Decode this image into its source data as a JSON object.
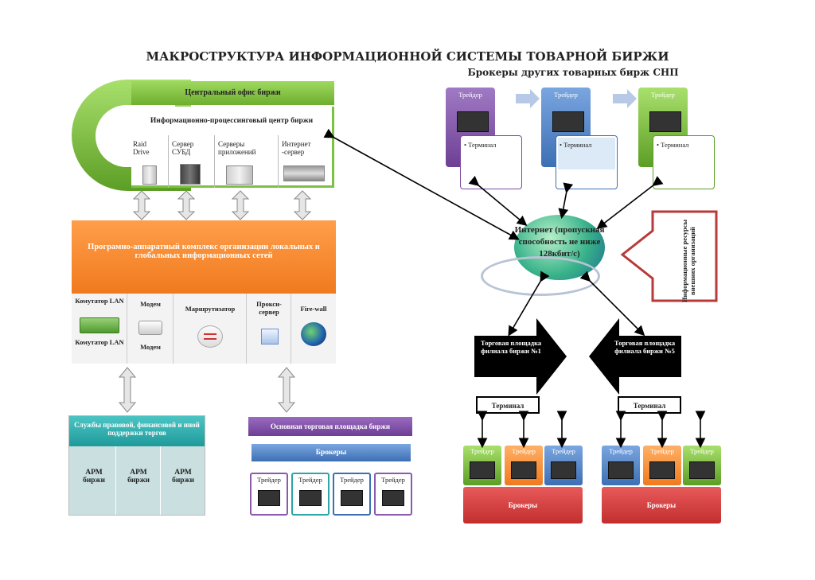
{
  "title": "МАКРОСТРУКТУРА ИНФОРМАЦИОННОЙ СИСТЕМЫ ТОВАРНОЙ БИРЖИ",
  "subtitle": "Брокеры других товарных бирж СНП",
  "central_office": {
    "header": "Центральный офис биржи",
    "subheader": "Информационно-процессинговый центр биржи",
    "items": [
      "Raid Drive",
      "Сервер СУБД",
      "Серверы приложений",
      "Интернет -сервер"
    ]
  },
  "hardware_complex": {
    "label": "Програмно-аппаратный комплекс организации локальных и глобальных информационных сетей",
    "switch_top": "Комутатор LAN",
    "switch_bottom": "Комутатор LAN",
    "modem_top": "Модем",
    "modem_bottom": "Модем",
    "router": "Маршрутизатор",
    "proxy": "Прокси-сервер",
    "firewall": "Fire-wall"
  },
  "services": {
    "label": "Службы правовой, финансовой и иной поддержки торгов",
    "arm": [
      "АРМ биржи",
      "АРМ биржи",
      "АРМ биржи"
    ]
  },
  "main_platform": {
    "label": "Основная торговая площадка биржи",
    "brokers": "Брокеры",
    "traders": [
      "Трейдер",
      "Трейдер",
      "Трейдер",
      "Трейдер"
    ]
  },
  "other_exchanges": {
    "traders": [
      "Трейдер",
      "Трейдер",
      "Трейдер"
    ],
    "terminals": [
      "• Терминал",
      "• Терминал",
      "• Терминал"
    ]
  },
  "internet": "Интернет (пропускная способность не ниже 128кбит/с)",
  "external": "Информационные ресурсы внешних организаций",
  "branch1": {
    "label": "Торговая площадка филиала биржи №1",
    "terminal": "Терминал",
    "traders": [
      "Трейдер",
      "Трейдер",
      "Трейдер"
    ],
    "brokers": "Брокеры"
  },
  "branch5": {
    "label": "Торговая площадка филиала биржи №5",
    "terminal": "Терминал",
    "traders": [
      "Трейдер",
      "Трейдер",
      "Трейдер"
    ],
    "brokers": "Брокеры"
  },
  "colors": {
    "green": "#7cc242",
    "orange": "#f58a2a",
    "purple": "#7b4b9e",
    "blue": "#3d6fb4",
    "red": "#c9302c",
    "teal": "#2fa5a5",
    "black": "#000000"
  }
}
